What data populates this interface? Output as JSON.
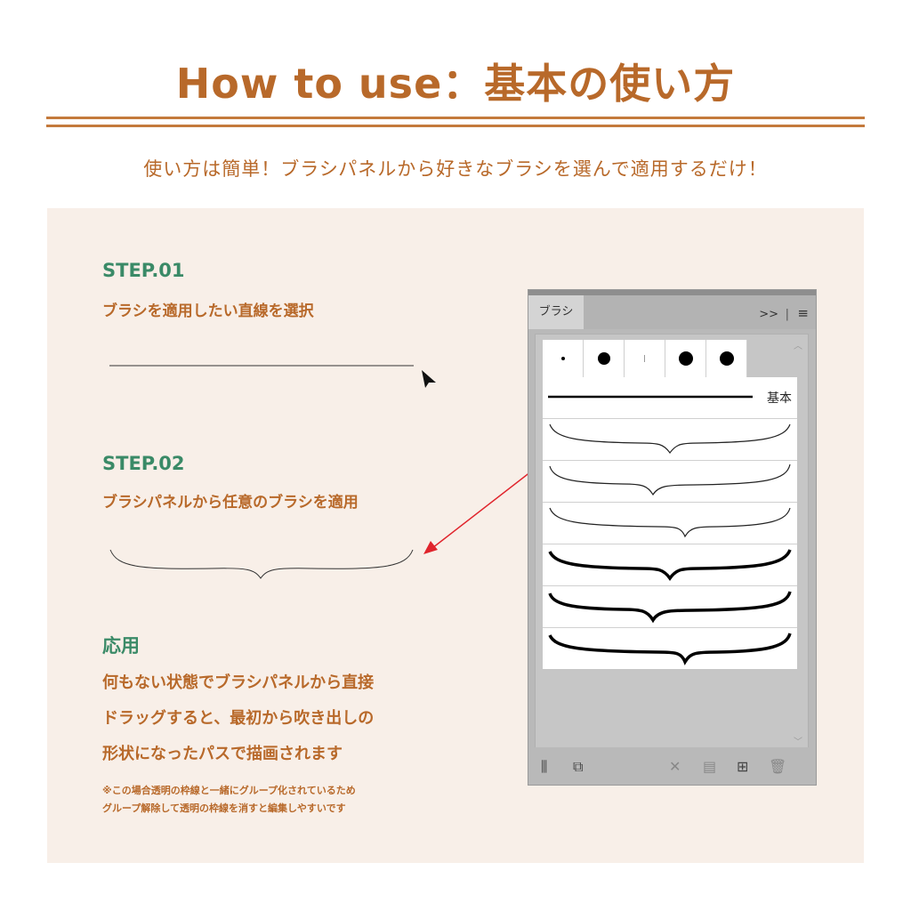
{
  "header": {
    "title": "How to use：基本の使い方",
    "subtitle": "使い方は簡単！ブラシパネルから好きなブラシを選んで適用するだけ！"
  },
  "steps": [
    {
      "label": "STEP.01",
      "text": "ブラシを適用したい直線を選択"
    },
    {
      "label": "STEP.02",
      "text": "ブラシパネルから任意のブラシを適用"
    }
  ],
  "application": {
    "label": "応用",
    "lines": [
      "何もない状態でブラシパネルから直接",
      "ドラッグすると、最初から吹き出しの",
      "形状になったパスで描画されます"
    ],
    "notes": [
      "※この場合透明の枠線と一緒にグループ化されているため",
      "グループ解除して透明の枠線を消すと編集しやすいです"
    ]
  },
  "brush_panel": {
    "tab_label": "ブラシ",
    "expand_control": ">>",
    "basic_brush_label": "基本",
    "dot_brushes": [
      "small-dot",
      "large-dot",
      "thin-line",
      "large-dot",
      "large-dot"
    ],
    "bottom_icons": [
      "brush-library-icon",
      "cc-libraries-icon",
      "remove-stroke-icon",
      "options-icon",
      "new-brush-icon",
      "delete-icon"
    ]
  },
  "colors": {
    "accent_orange": "#b8692a",
    "step_green": "#3a8a67",
    "panel_background": "#f8efe8",
    "arrow_red": "#e0242c"
  }
}
